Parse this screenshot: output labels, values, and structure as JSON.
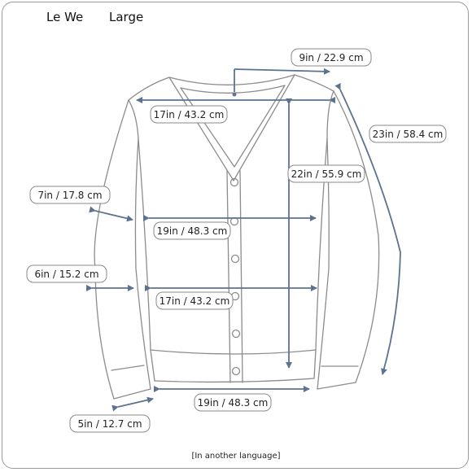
{
  "header": {
    "brand": "Le We",
    "size": "Large"
  },
  "footer": "[In another language]",
  "measurements": {
    "shoulder": "9in / 22.9 cm",
    "chest_top": "17in / 43.2 cm",
    "sleeve": "23in / 58.4 cm",
    "length": "22in / 55.9 cm",
    "armhole": "7in / 17.8 cm",
    "chest": "19in / 48.3 cm",
    "forearm": "6in / 15.2 cm",
    "waist": "17in / 43.2 cm",
    "hem": "19in / 48.3 cm",
    "cuff": "5in / 12.7 cm"
  },
  "colors": {
    "arrow": "#5b7390",
    "outline": "#8c8c8c",
    "label_border": "#8a8a8a"
  }
}
